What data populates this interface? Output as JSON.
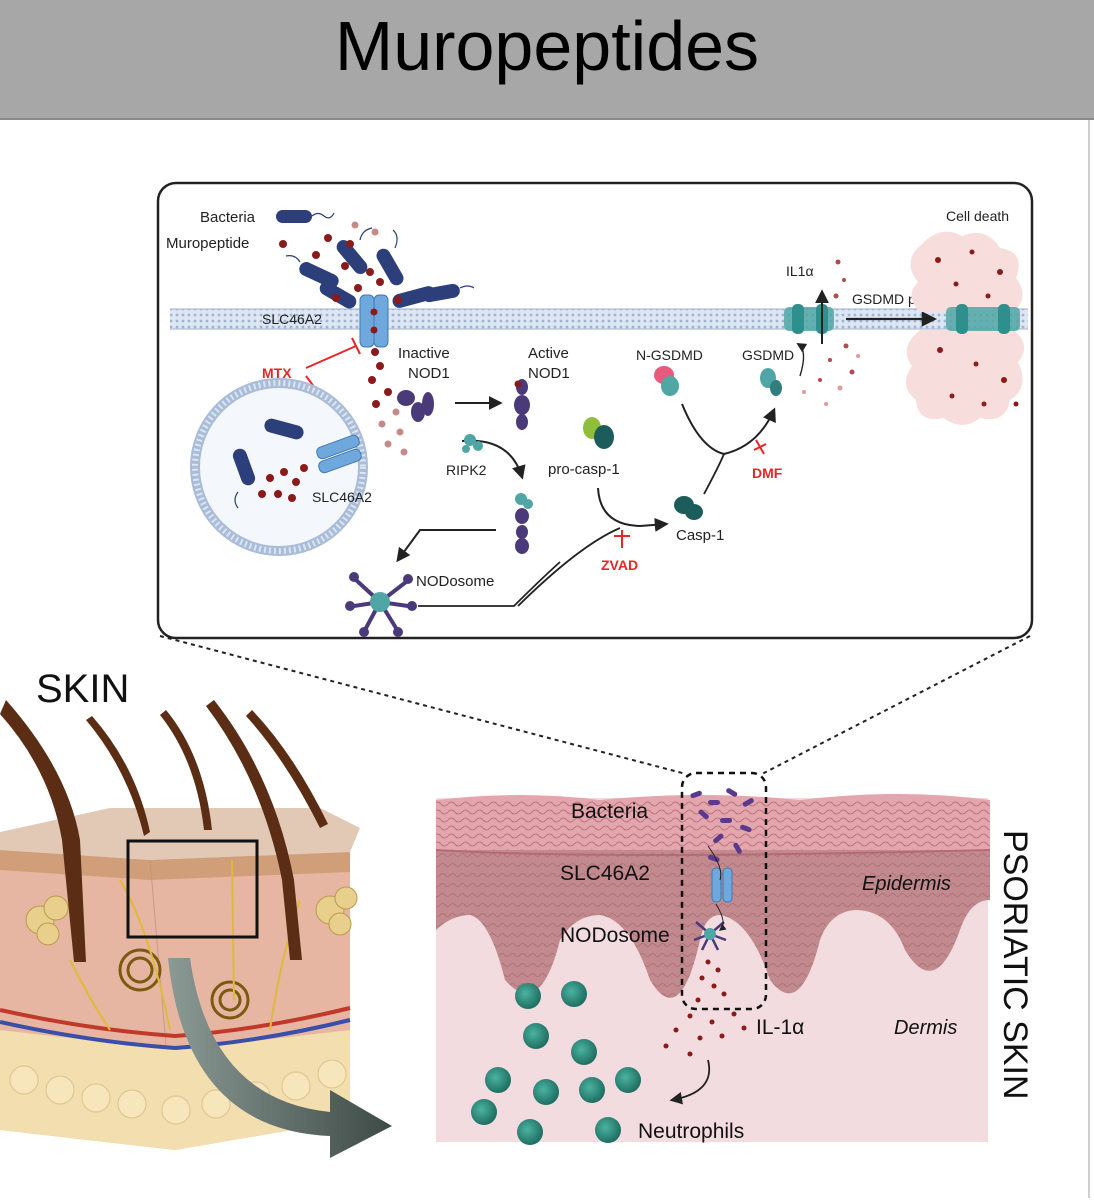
{
  "header": {
    "title": "Muropeptides"
  },
  "pathway": {
    "legend": {
      "bacteria": "Bacteria",
      "muropeptide": "Muropeptide"
    },
    "membrane_transporter_top": "SLC46A2",
    "vesicle_transporter": "SLC46A2",
    "inhibitors": {
      "mtx": "MTX",
      "zvad": "ZVAD",
      "dmf": "DMF"
    },
    "inactive_nod1": [
      "Inactive",
      "NOD1"
    ],
    "active_nod1": [
      "Active",
      "NOD1"
    ],
    "ripk2": "RIPK2",
    "nodosome": "NODosome",
    "pro_casp1": "pro-casp-1",
    "casp1": "Casp-1",
    "n_gsdmd": "N-GSDMD",
    "gsdmd": "GSDMD",
    "il1a": "IL1α",
    "gsdmd_pores": "GSDMD pores",
    "cell_death": "Cell death"
  },
  "skin": {
    "label": "SKIN",
    "psoriatic_label": "PSORIATIC SKIN",
    "bacteria": "Bacteria",
    "slc46a2": "SLC46A2",
    "nodosome": "NODosome",
    "il1a": "IL-1α",
    "neutrophils": "Neutrophils",
    "epidermis": "Epidermis",
    "dermis": "Dermis"
  },
  "colors": {
    "header_gray": "#a7a7a7",
    "inhibitor_red": "#e8262a",
    "muropeptide": "#8b1a1a",
    "bacteria_blue": "#2c3f7a",
    "transporter_blue": "#6fa8dc",
    "nod_purple": "#4a3a7a",
    "teal": "#3a8a88",
    "neutrophil": "#2f8f7f",
    "epidermis_pink": "#c98a8e",
    "dermis_pink": "#f3dcdf"
  }
}
